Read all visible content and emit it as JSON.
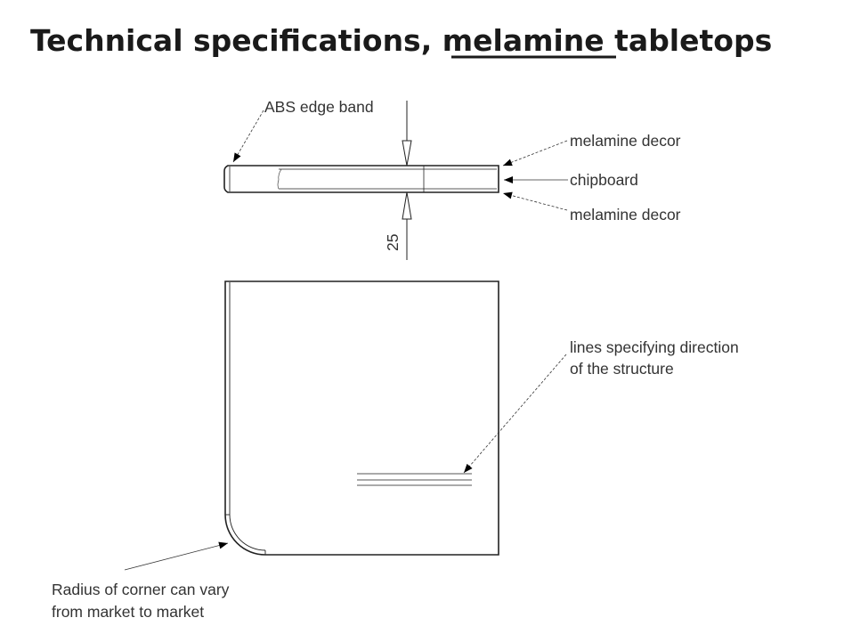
{
  "title": {
    "prefix": "Technical specifications, ",
    "emphasis": "melamine",
    "suffix": " tabletops"
  },
  "labels": {
    "abs_edge_band": "ABS edge band",
    "melamine_decor_top": "melamine decor",
    "chipboard": "chipboard",
    "melamine_decor_bottom": "melamine decor",
    "thickness": "25",
    "lines_line1": "lines specifying direction",
    "lines_line2": "of the structure",
    "radius_line1": "Radius of corner can vary",
    "radius_line2": "from market to market"
  }
}
